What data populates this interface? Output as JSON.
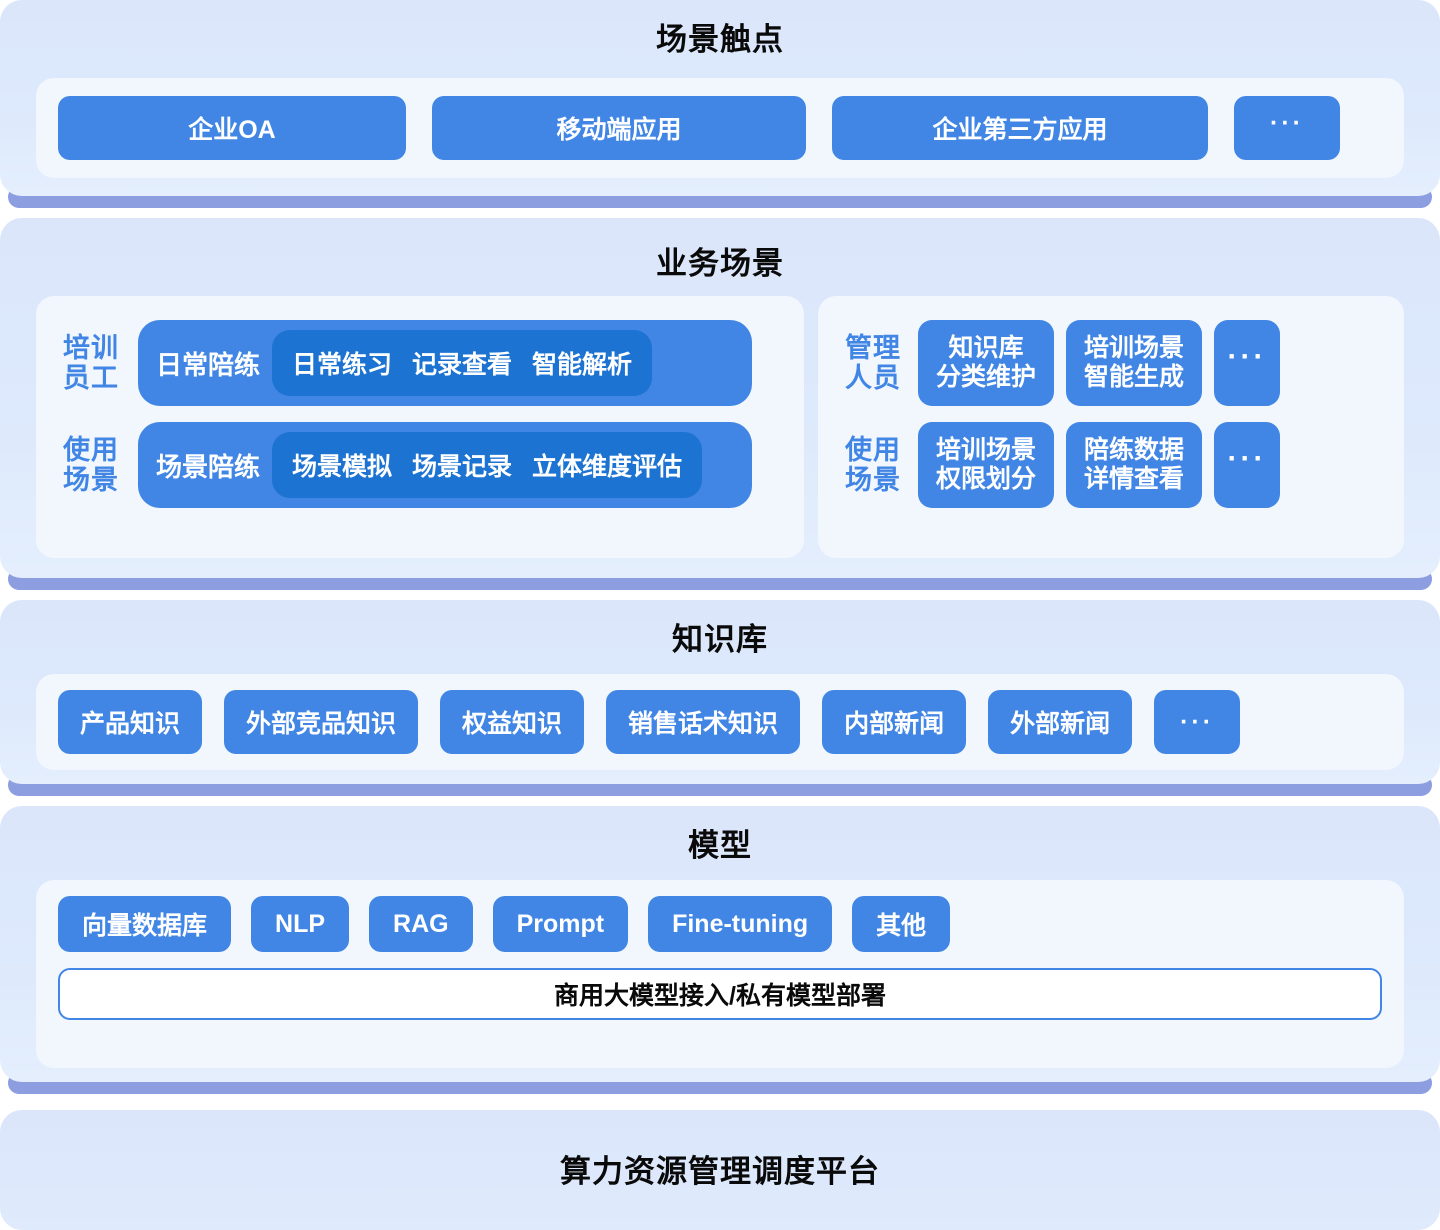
{
  "diagram": {
    "accent_blue": "#4186e5",
    "accent_blue_dark": "#1c73d2",
    "panel_blue": "#dde9fc",
    "base_blue": "#8c9ee0",
    "card_white": "#f2f7fe",
    "ellipsis": "···"
  },
  "layers": {
    "touchpoints": {
      "title": "场景触点",
      "items": [
        {
          "label": "企业OA"
        },
        {
          "label": "移动端应用"
        },
        {
          "label": "企业第三方应用"
        },
        {
          "label": "···"
        }
      ]
    },
    "business": {
      "title": "业务场景",
      "left_group": {
        "rows": [
          {
            "label": "培训员工",
            "label_line1": "培训",
            "label_line2": "员工",
            "lead": "日常陪练",
            "tags": [
              "日常练习",
              "记录查看",
              "智能解析"
            ]
          },
          {
            "label": "使用场景",
            "label_line1": "使用",
            "label_line2": "场景",
            "lead": "场景陪练",
            "tags": [
              "场景模拟",
              "场景记录",
              "立体维度评估"
            ]
          }
        ]
      },
      "right_group": {
        "rows": [
          {
            "label": "管理人员",
            "label_line1": "管理",
            "label_line2": "人员",
            "tiles": [
              {
                "line1": "知识库",
                "line2": "分类维护"
              },
              {
                "line1": "培训场景",
                "line2": "智能生成"
              }
            ],
            "more": "···"
          },
          {
            "label": "使用场景",
            "label_line1": "使用",
            "label_line2": "场景",
            "tiles": [
              {
                "line1": "培训场景",
                "line2": "权限划分"
              },
              {
                "line1": "陪练数据",
                "line2": "详情查看"
              }
            ],
            "more": "···"
          }
        ]
      }
    },
    "knowledge": {
      "title": "知识库",
      "items": [
        {
          "label": "产品知识"
        },
        {
          "label": "外部竞品知识"
        },
        {
          "label": "权益知识"
        },
        {
          "label": "销售话术知识"
        },
        {
          "label": "内部新闻"
        },
        {
          "label": "外部新闻"
        },
        {
          "label": "···"
        }
      ]
    },
    "model": {
      "title": "模型",
      "items": [
        {
          "label": "向量数据库"
        },
        {
          "label": "NLP"
        },
        {
          "label": "RAG"
        },
        {
          "label": "Prompt"
        },
        {
          "label": "Fine-tuning"
        },
        {
          "label": "其他"
        }
      ],
      "footer": "商用大模型接入/私有模型部署"
    },
    "compute": {
      "title": "算力资源管理调度平台"
    }
  }
}
